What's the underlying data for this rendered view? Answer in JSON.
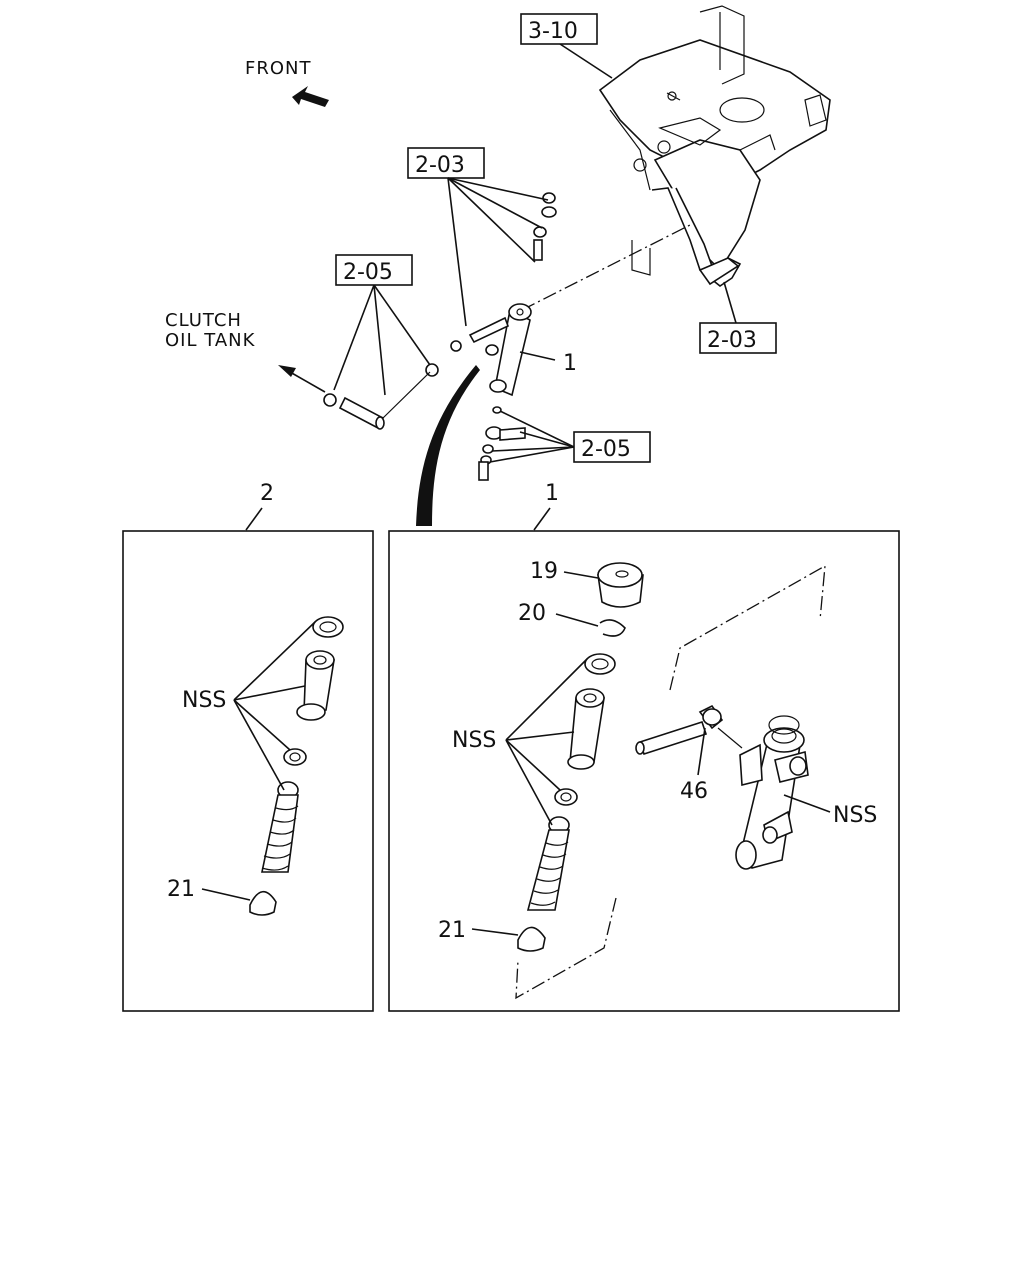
{
  "labels": {
    "front": "FRONT",
    "clutch_line1": "CLUTCH",
    "clutch_line2": "OIL TANK",
    "ref_3_10": "3-10",
    "ref_2_03_top": "2-03",
    "ref_2_05_left": "2-05",
    "ref_2_03_right": "2-03",
    "ref_2_05_right": "2-05",
    "callout_1_top": "1",
    "box2_number": "2",
    "box1_number": "1",
    "nss_box2": "NSS",
    "nss_box1_left": "NSS",
    "nss_box1_right": "NSS",
    "part_19": "19",
    "part_20": "20",
    "part_21_box2": "21",
    "part_21_box1": "21",
    "part_46": "46"
  }
}
